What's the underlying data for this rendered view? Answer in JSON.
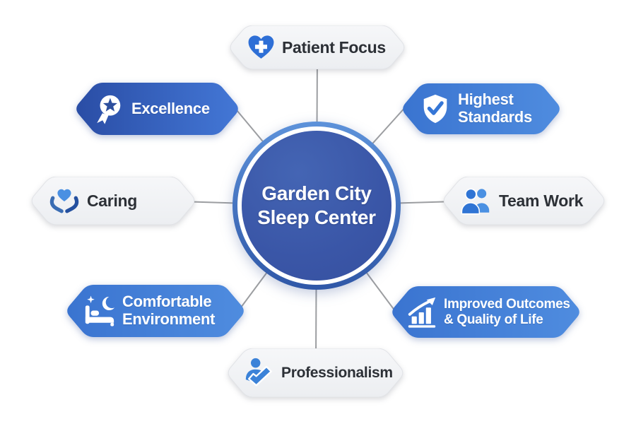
{
  "center": {
    "label_line1": "Garden City",
    "label_line2": "Sleep Center"
  },
  "badges": [
    {
      "label_line1": "Patient Focus",
      "label_line2": "",
      "icon": "heart-cross-icon",
      "variant": "light"
    },
    {
      "label_line1": "Excellence",
      "label_line2": "",
      "icon": "award-star-icon",
      "variant": "blue-deep"
    },
    {
      "label_line1": "Highest",
      "label_line2": "Standards",
      "icon": "shield-check-icon",
      "variant": "blue-bright"
    },
    {
      "label_line1": "Caring",
      "label_line2": "",
      "icon": "hands-heart-icon",
      "variant": "light"
    },
    {
      "label_line1": "Team Work",
      "label_line2": "",
      "icon": "users-icon",
      "variant": "light"
    },
    {
      "label_line1": "Comfortable",
      "label_line2": "Environment",
      "icon": "bed-moon-icon",
      "variant": "blue-bright"
    },
    {
      "label_line1": "Improved Outcomes",
      "label_line2": "& Quality of Life",
      "icon": "chart-arrow-icon",
      "variant": "blue-bright"
    },
    {
      "label_line1": "Professionalism",
      "label_line2": "",
      "icon": "person-book-icon",
      "variant": "light"
    }
  ],
  "colors": {
    "hub_fill": "#3a56a7",
    "hub_ring_top": "#5d92da",
    "hub_ring_bottom": "#2f57a7",
    "connector": "#9c9ea1",
    "text_dark": "#2c3036",
    "text_light": "#ffffff",
    "badge_blue_deep_start": "#2a4da5",
    "badge_blue_deep_end": "#4377d6",
    "badge_blue_bright_start": "#3a74d0",
    "badge_blue_bright_end": "#4f8cdf",
    "badge_light_start": "#f6f7f9",
    "badge_light_end": "#eceef1",
    "badge_light_border": "#e1e3e7",
    "icon_blue": "#2e6fd6",
    "icon_blue_dark": "#2d4f9e",
    "icon_blue_light": "#4a90e2",
    "icon_hand_left": "#3a6db3",
    "icon_hand_right": "#24509f"
  }
}
